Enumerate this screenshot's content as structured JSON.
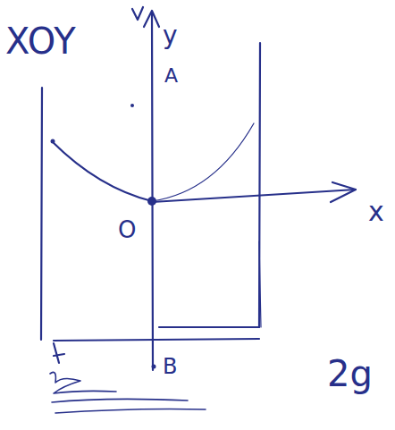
{
  "diagram": {
    "labels": [
      "XOY",
      "y",
      "A",
      "O",
      "x",
      "B",
      "2g"
    ]
  }
}
